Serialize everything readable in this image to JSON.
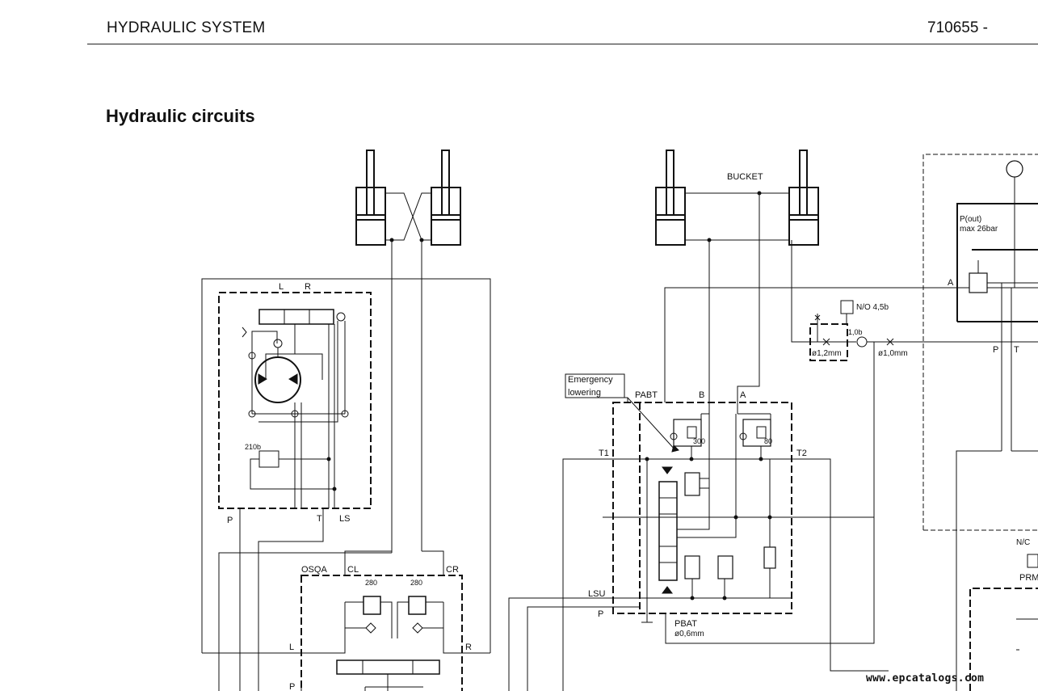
{
  "header": {
    "title": "HYDRAULIC SYSTEM",
    "code": "710655  -"
  },
  "section_title": "Hydraulic circuits",
  "diagram": {
    "labels": {
      "bucket": "BUCKET",
      "l": "L",
      "r": "R",
      "p_left": "P",
      "t_left": "T",
      "ls": "LS",
      "relief_210": "210b",
      "osqa": "OSQA",
      "cl": "CL",
      "cr": "CR",
      "v280a": "280",
      "v280b": "280",
      "l_osqa": "L",
      "r_osqa": "R",
      "p_osqa": "P",
      "emergency_1": "Emergency",
      "emergency_2": "lowering",
      "pabt": "PABT",
      "b": "B",
      "a_main": "A",
      "v300": "300",
      "v80": "80",
      "t1": "T1",
      "t2": "T2",
      "lsu": "LSU",
      "p_main": "P",
      "pbat": "PBAT",
      "orifice_06": "ø0,6mm",
      "no_switch": "N/O  4,5b",
      "v10b": "1,0b",
      "orifice_12": "ø1,2mm",
      "orifice_10": "ø1,0mm",
      "pout_1": "P(out)",
      "pout_2": "max  26bar",
      "a_right": "A",
      "p_right": "P",
      "t_right": "T",
      "nc": "N/C",
      "prm": "PRM"
    }
  },
  "watermark": "www.epcatalogs.com"
}
